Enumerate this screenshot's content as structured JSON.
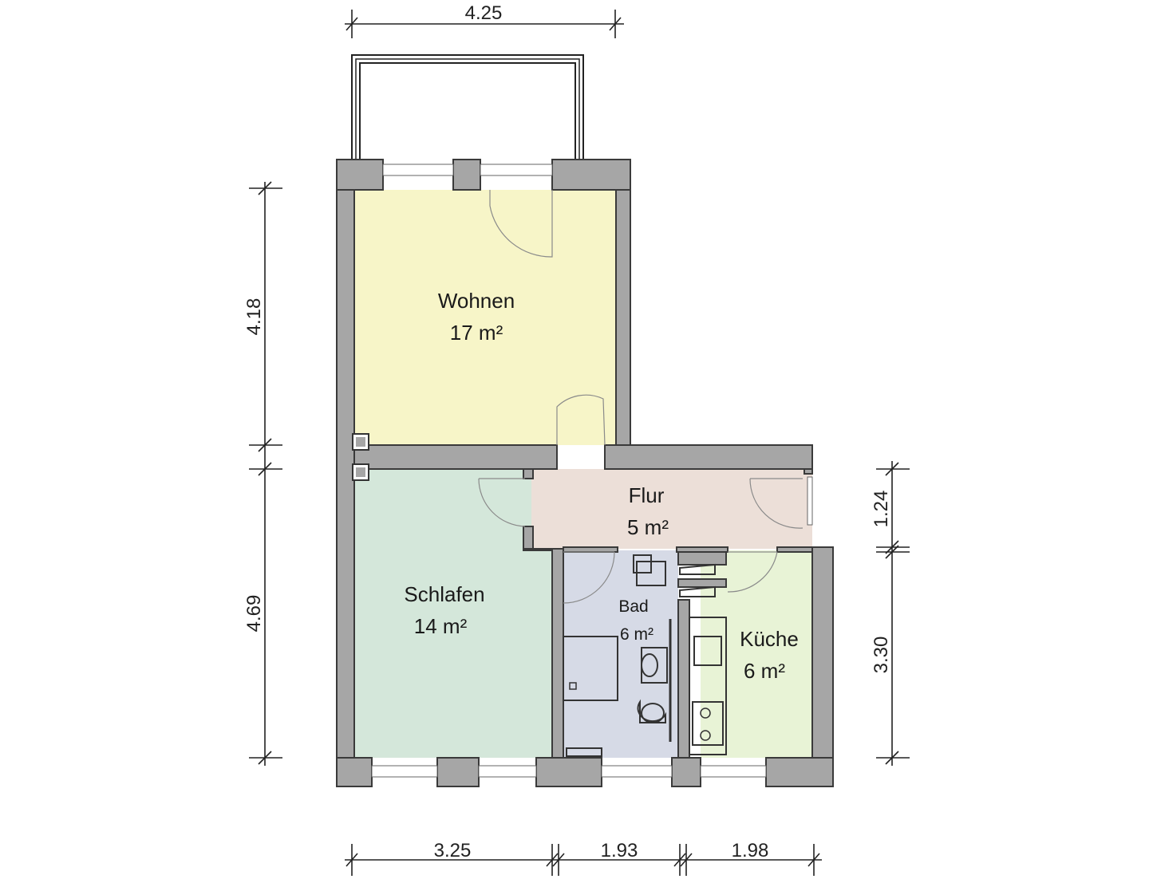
{
  "dimensions": {
    "top": "4.25",
    "left_upper": "4.18",
    "left_lower": "4.69",
    "right_upper": "1.24",
    "right_lower": "3.30",
    "bottom_1": "3.25",
    "bottom_2": "1.93",
    "bottom_3": "1.98"
  },
  "rooms": {
    "wohnen": {
      "name": "Wohnen",
      "area": "17 m²",
      "color": "#f7f5c8"
    },
    "schlafen": {
      "name": "Schlafen",
      "area": "14 m²",
      "color": "#d4e7da"
    },
    "flur": {
      "name": "Flur",
      "area": "5 m²",
      "color": "#ecdfd8"
    },
    "bad": {
      "name": "Bad",
      "area": "6 m²",
      "color": "#d6dae6"
    },
    "kueche": {
      "name": "Küche",
      "area": "6 m²",
      "color": "#e8f3d6"
    }
  },
  "colors": {
    "wall": "#a6a6a6",
    "wall_outline": "#3a3a3a"
  }
}
